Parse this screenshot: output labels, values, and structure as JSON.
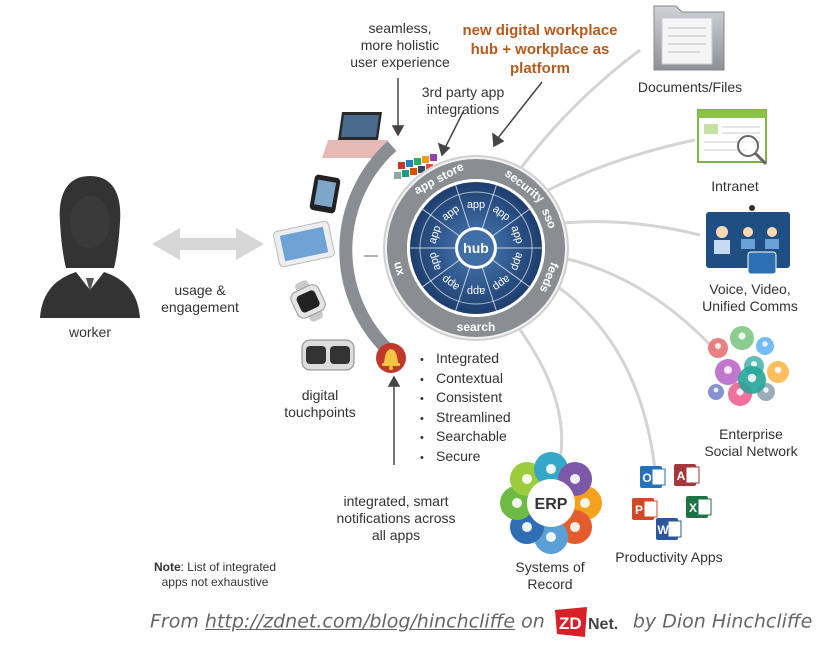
{
  "labels": {
    "worker": "worker",
    "usage": "usage &\nengagement",
    "digital_touchpoints": "digital\ntouchpoints",
    "seamless": "seamless,\nmore holistic\nuser experience",
    "new_hub": "new digital workplace\nhub + workplace as\nplatform",
    "third_party": "3rd party app\nintegrations",
    "notifications": "integrated, smart\nnotifications across\nall apps",
    "note_bold": "Note",
    "note_text": ": List of integrated\napps not exhaustive"
  },
  "hub": {
    "center": "hub",
    "app_label": "app",
    "ring": {
      "app_store": "app store",
      "security": "security",
      "sso": "sso",
      "feeds": "feeds",
      "search": "search",
      "ux": "ux"
    }
  },
  "bullets": [
    "Integrated",
    "Contextual",
    "Consistent",
    "Streamlined",
    "Searchable",
    "Secure"
  ],
  "systems": {
    "documents": "Documents/Files",
    "intranet": "Intranet",
    "voice": "Voice, Video,\nUnified Comms",
    "social": "Enterprise\nSocial Network",
    "productivity": "Productivity Apps",
    "records": "Systems of\nRecord",
    "erp": "ERP"
  },
  "office_letters": [
    "O",
    "A",
    "P",
    "X",
    "W"
  ],
  "footer": {
    "from": "From",
    "url": "http://zdnet.com/blog/hinchcliffe",
    "on": "on",
    "zd_logo": "ZDNet.",
    "by": "by Dion Hinchcliffe"
  },
  "colors": {
    "hub_dark": "#1d3e6e",
    "hub_mid": "#3f6fa5",
    "ring_gray": "#8a8e93",
    "orange_text": "#b65a1e",
    "zd_red": "#d8202a"
  }
}
